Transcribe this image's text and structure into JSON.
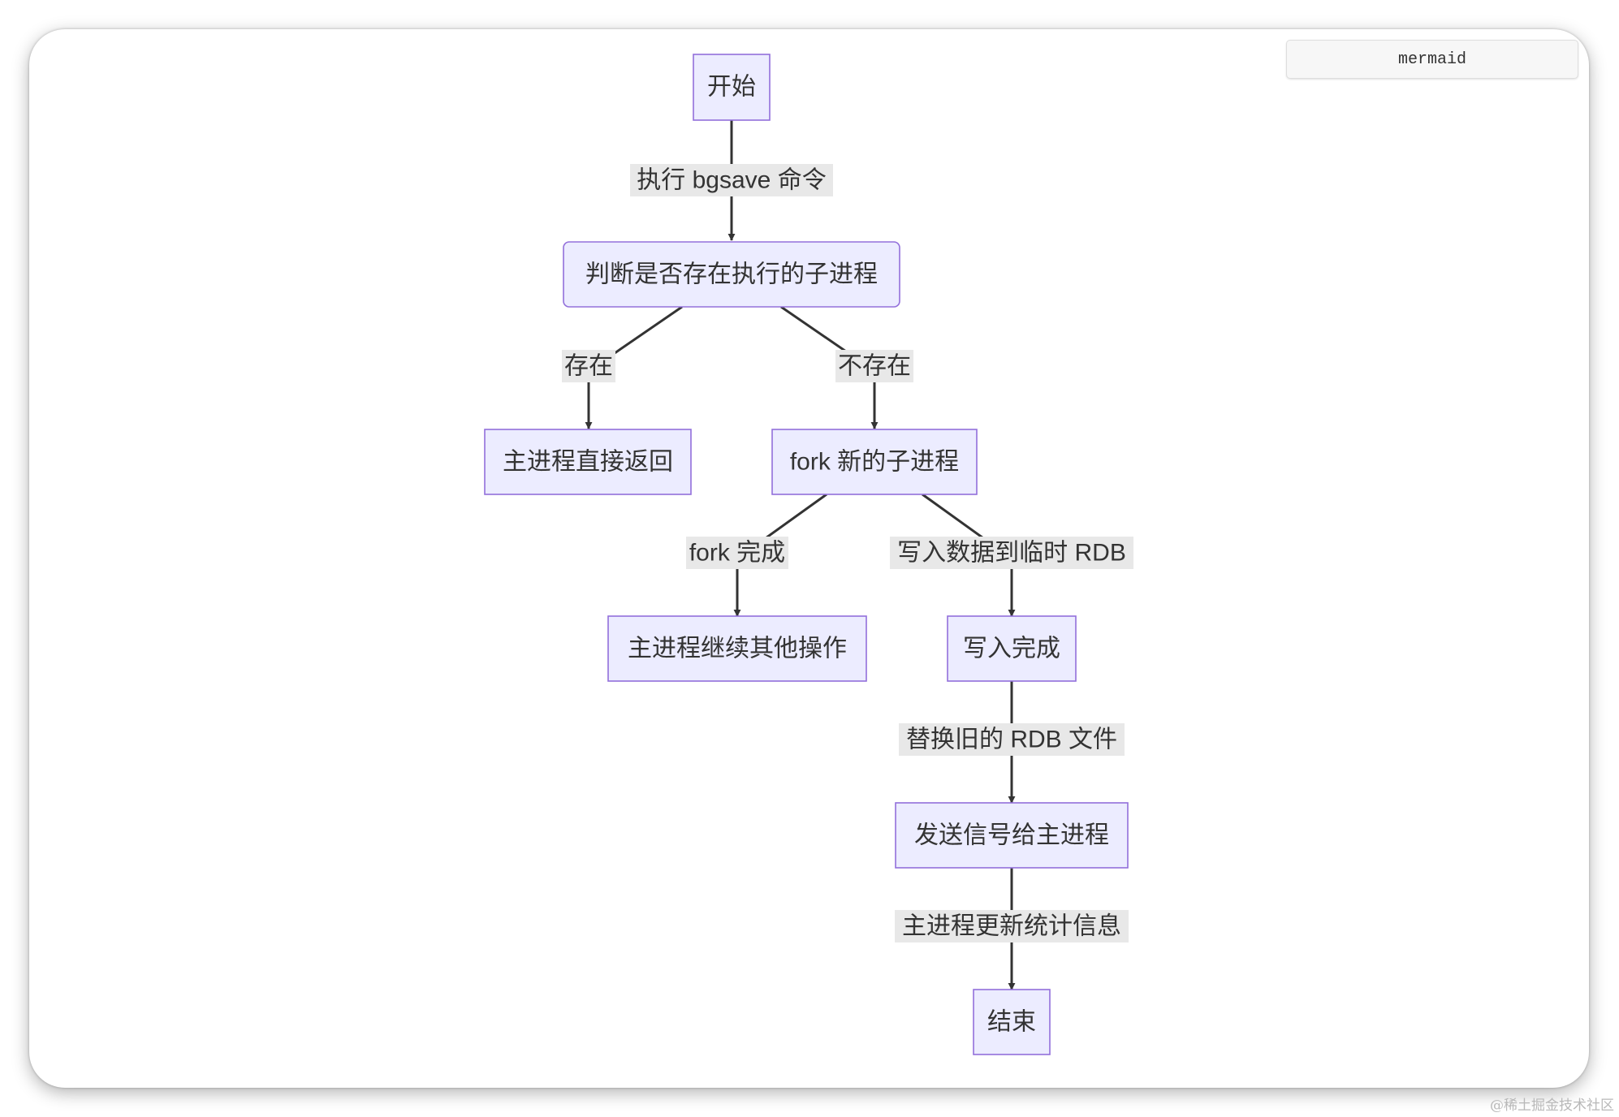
{
  "badge": {
    "label": "mermaid"
  },
  "colors": {
    "node_fill": "#ECECFF",
    "node_stroke": "#9370DB",
    "edge": "#333333",
    "label_bg": "#e8e8e8"
  },
  "nodes": {
    "start": "开始",
    "check": "判断是否存在执行的子进程",
    "direct_return": "主进程直接返回",
    "fork_new": "fork 新的子进程",
    "main_continue": "主进程继续其他操作",
    "write_done": "写入完成",
    "send_signal": "发送信号给主进程",
    "end": "结束"
  },
  "edges": {
    "start_check": "执行 bgsave 命令",
    "check_exists": "存在",
    "check_not_exists": "不存在",
    "fork_done": "fork 完成",
    "write_temp": "写入数据到临时 RDB",
    "replace_rdb": "替换旧的 RDB 文件",
    "update_stats": "主进程更新统计信息"
  },
  "watermark": "@稀土掘金技术社区"
}
